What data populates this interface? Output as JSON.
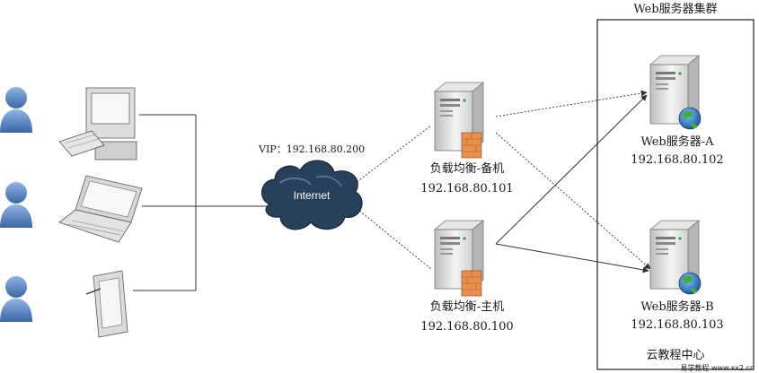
{
  "cluster": {
    "title": "Web服务器集群",
    "footer": "云教程中心"
  },
  "vip_label": "VIP：192.168.80.200",
  "internet_label": "Internet",
  "lb_backup": {
    "name": "负载均衡-备机",
    "ip": "192.168.80.101"
  },
  "lb_master": {
    "name": "负载均衡-主机",
    "ip": "192.168.80.100"
  },
  "web_a": {
    "name": "Web服务器-A",
    "ip": "192.168.80.102"
  },
  "web_b": {
    "name": "Web服务器-B",
    "ip": "192.168.80.103"
  },
  "watermark": "易学教程 www.xx2.cn",
  "colors": {
    "user_blue": "#4a7ab8",
    "cloud_dark": "#27405c",
    "line": "#333333",
    "firewall": "#e89050"
  }
}
